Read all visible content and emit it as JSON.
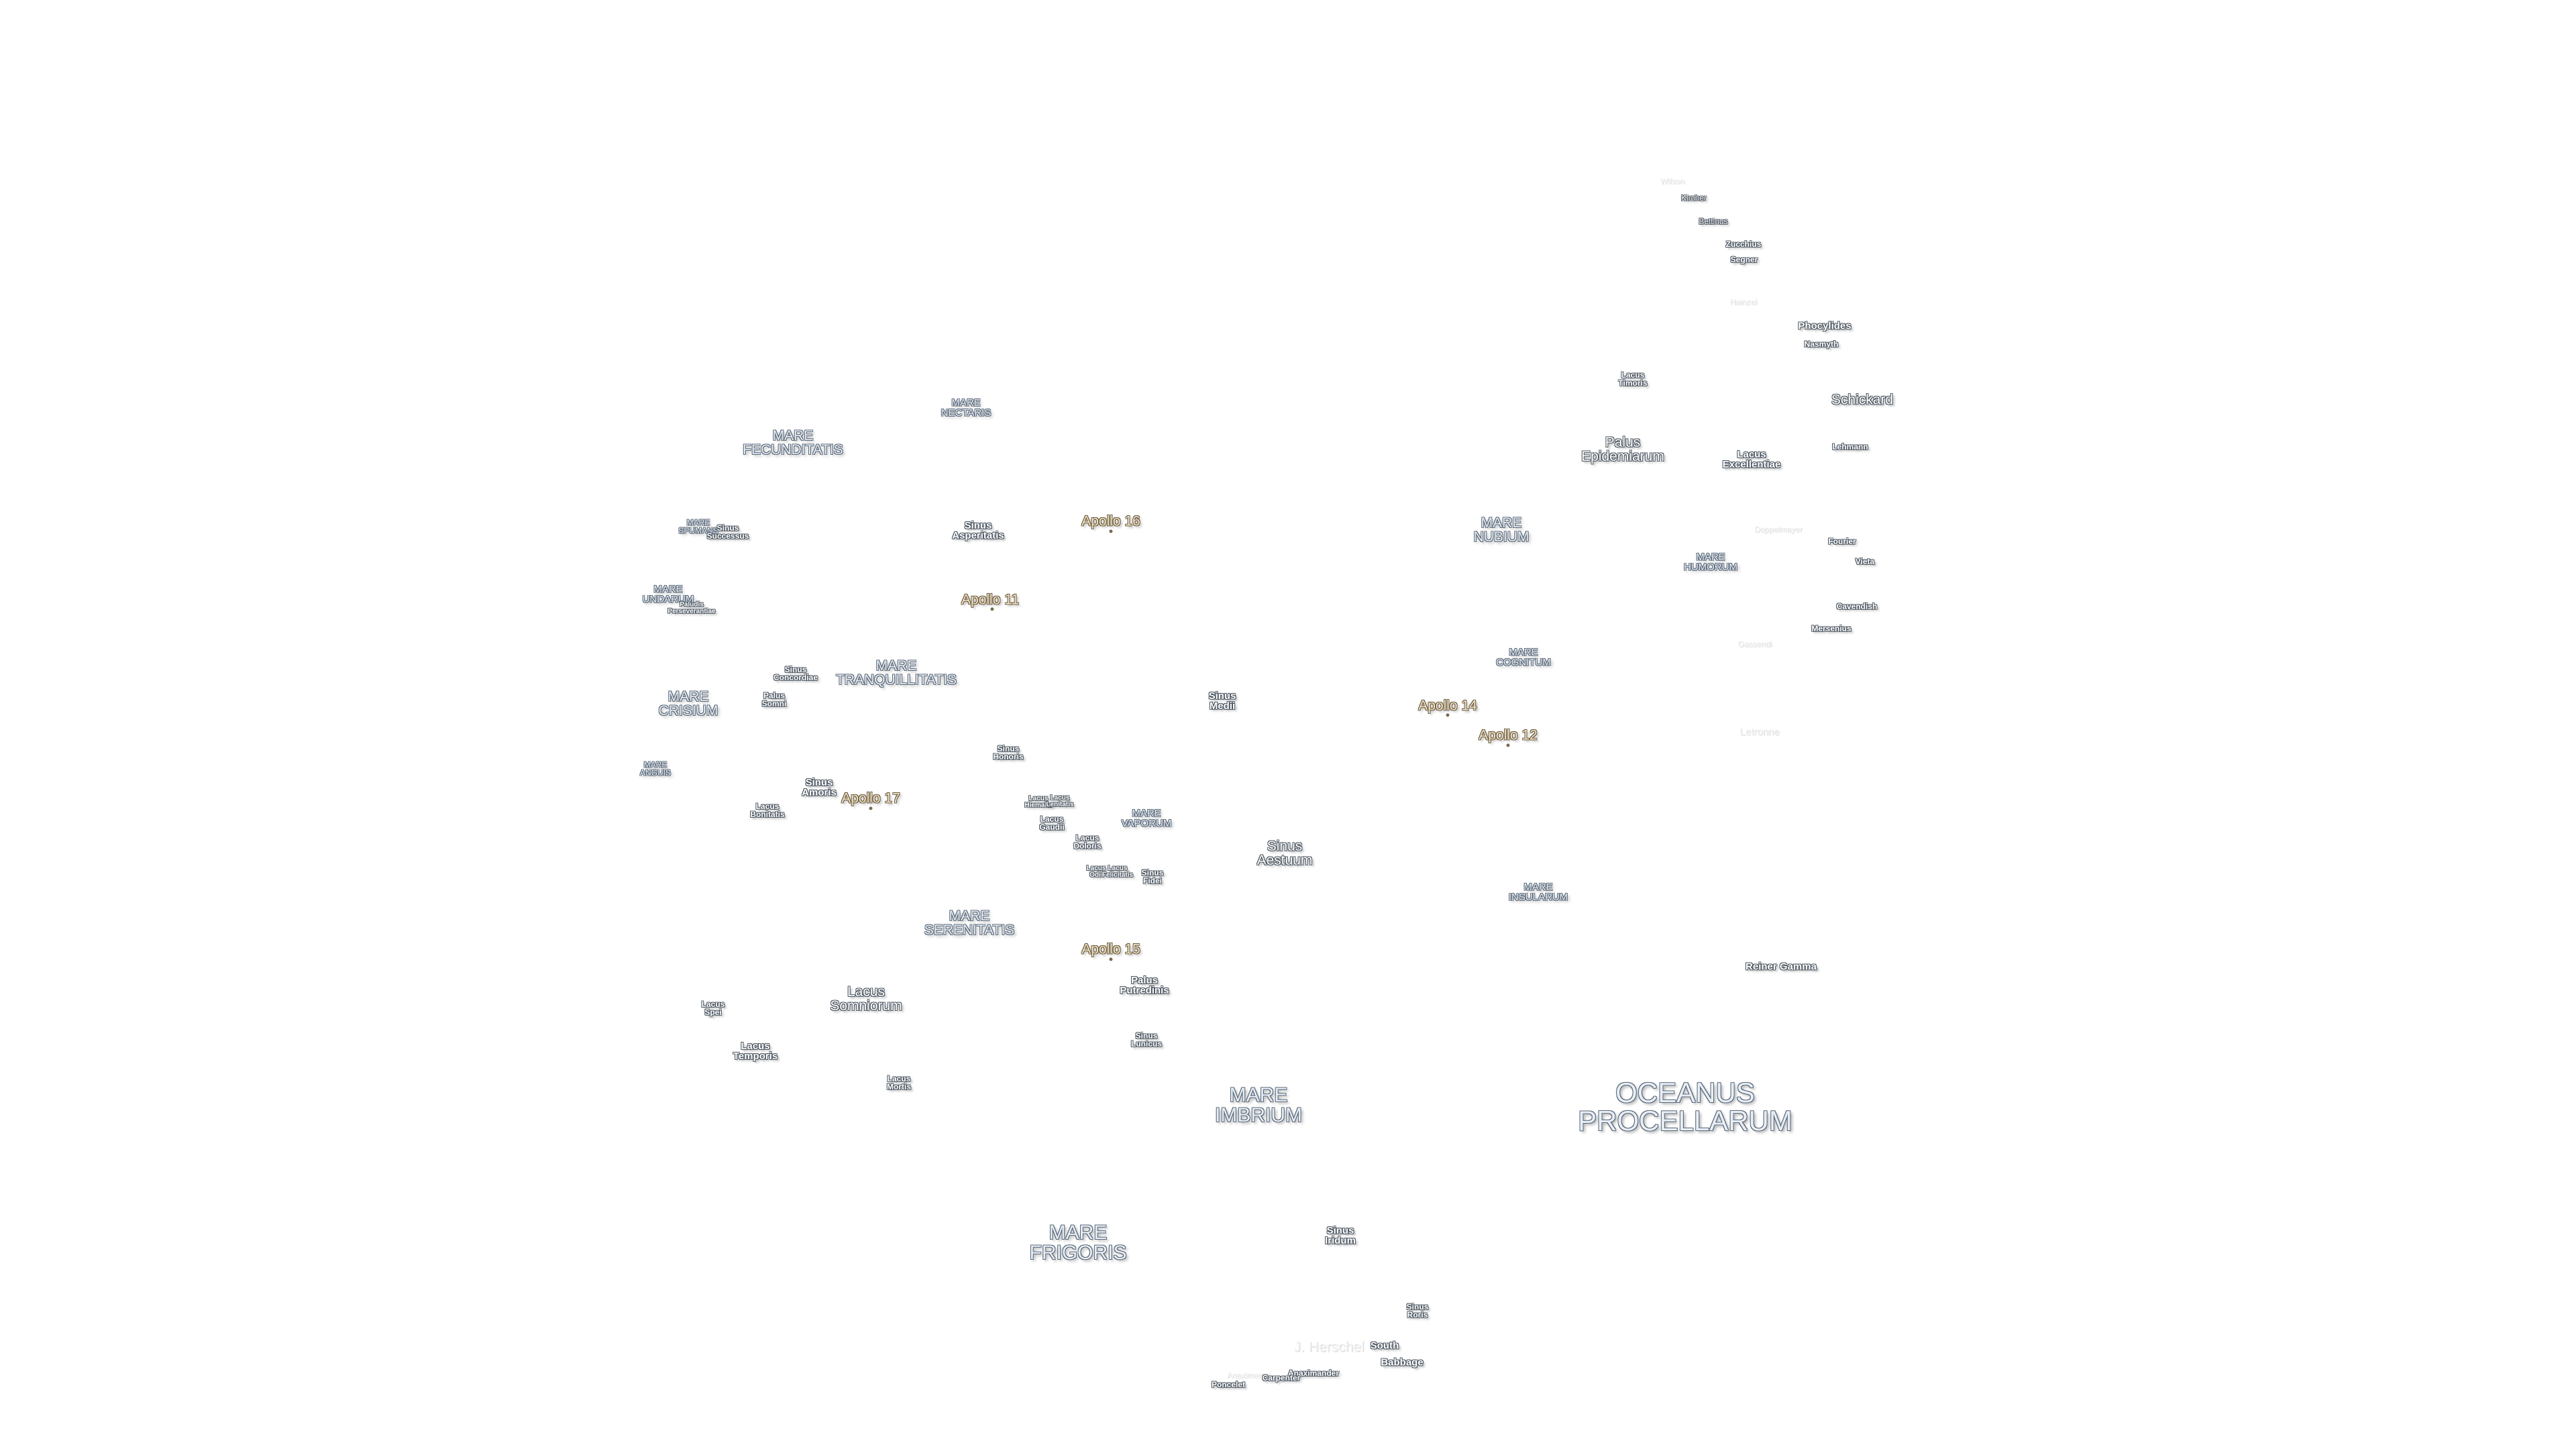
{
  "labels": {
    "oceanus_procellarum": "OCEANUS\nPROCELLARUM",
    "mare_frigoris": "MARE\nFRIGORIS",
    "mare_imbrium": "MARE\nIMBRIUM",
    "mare_serenitatis": "MARE\nSERENITATIS",
    "mare_tranquillitatis": "MARE\nTRANQUILLITATIS",
    "mare_fecunditatis": "MARE\nFECUNDITATIS",
    "mare_crisium": "MARE\nCRISIUM",
    "mare_nubium": "MARE\nNUBIUM",
    "mare_humorum": "MARE\nHUMORUM",
    "mare_insularum": "MARE\nINSULARUM",
    "mare_cognitum": "MARE\nCOGNITUM",
    "mare_vaporum": "MARE\nVAPORUM",
    "mare_nectaris": "MARE\nNECTARIS",
    "mare_anguis": "MARE\nANGUIS",
    "mare_undarum": "MARE\nUNDARUM",
    "mare_spumans": "MARE\nSPUMANS",
    "lacus_somniorum": "Lacus\nSomniorum",
    "lacus_temporis": "Lacus\nTemporis",
    "lacus_spei": "Lacus\nSpei",
    "lacus_mortis": "Lacus\nMortis",
    "lacus_bonitatis": "Lacus\nBonitatis",
    "lacus_doloris": "Lacus\nDoloris",
    "lacus_gaudii": "Lacus\nGaudii",
    "lacus_hiemalis": "Lacus\nHiemalis",
    "lacus_lenitatis": "Lacus\nLenitatis",
    "lacus_odii": "Lacus\nOdii",
    "lacus_felicitatis": "Lacus\nFelicitatis",
    "lacus_timoris": "Lacus\nTimoris",
    "lacus_excellentiae": "Lacus\nExcellentiae",
    "sinus_medii": "Sinus\nMedii",
    "sinus_aestuum": "Sinus\nAestuum",
    "sinus_iridum": "Sinus\nIridum",
    "sinus_roris": "Sinus\nRoris",
    "sinus_asperitatis": "Sinus\nAsperitatis",
    "sinus_concordiae": "Sinus\nConcordiae",
    "sinus_amoris": "Sinus\nAmoris",
    "sinus_honoris": "Sinus\nHonoris",
    "sinus_lunicus": "Sinus\nLunicus",
    "sinus_fidei": "Sinus\nFidei",
    "sinus_successus": "Sinus\nSuccessus",
    "palus_somni": "Palus\nSomni",
    "palus_putredinis": "Palus\nPutredinis",
    "palus_epidemiarum": "Palus\nEpidemiarum",
    "mare_marginis_partial": "Paludis\nPerseverantiae",
    "apollo_11": "Apollo 11",
    "apollo_12": "Apollo 12",
    "apollo_14": "Apollo 14",
    "apollo_15": "Apollo 15",
    "apollo_16": "Apollo 16",
    "apollo_17": "Apollo 17",
    "schickard": "Schickard",
    "phocylides": "Phocylides",
    "nasmyth": "Nasmyth",
    "lehmann": "Lehmann",
    "fourier": "Fourier",
    "vieta": "Vieta",
    "cavendish": "Cavendish",
    "mersenius": "Mersenius",
    "doppelmayer": "Doppelmayer",
    "letronne": "Letronne",
    "reiner_gamma": "Reiner Gamma",
    "wilson": "Wilson",
    "kircher": "Kircher",
    "bettinus": "Bettinus",
    "zucchius": "Zucchius",
    "segner": "Segner",
    "south": "South",
    "babbage": "Babbage",
    "j_herschel": "J. Herschel",
    "anaximenes": "Anaximenes",
    "anaximander": "Anaximander",
    "carpenter": "Carpenter",
    "poncelet": "Poncelet",
    "gassendi_faint": "Gassendi",
    "hainzel_faint": "Hainzel"
  }
}
